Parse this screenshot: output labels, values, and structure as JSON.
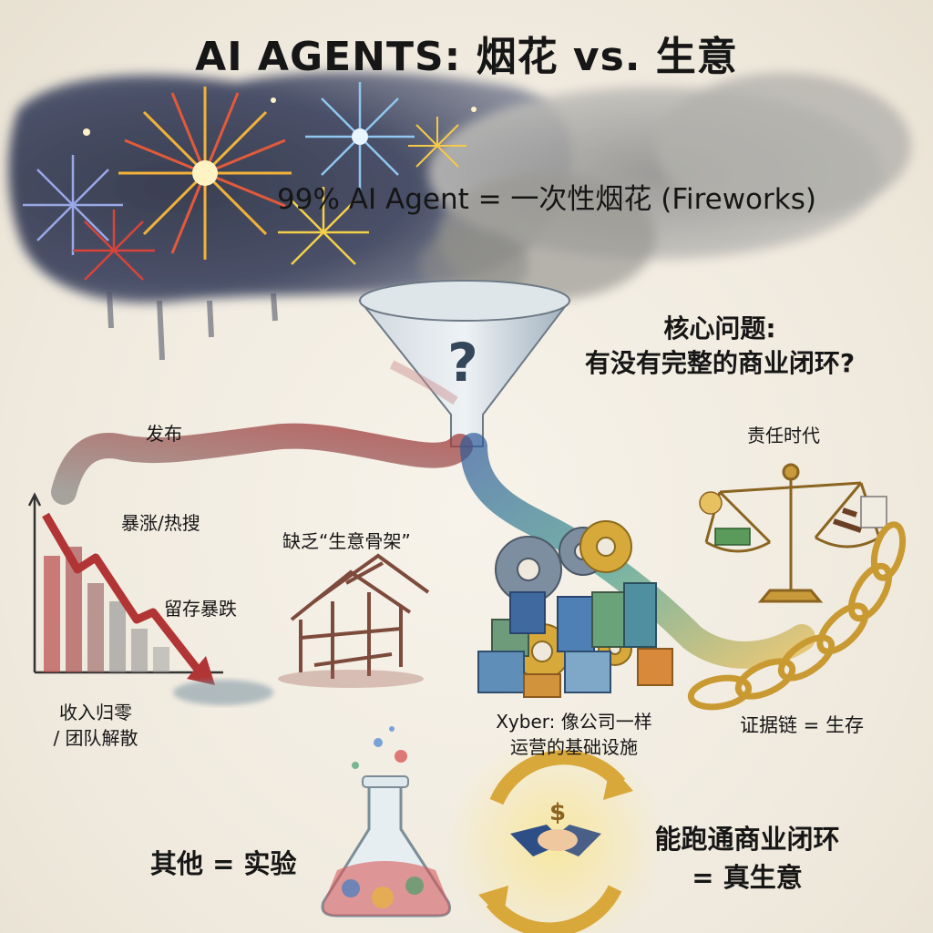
{
  "title": "AI AGENTS: 烟花 vs. 生意",
  "fireworks_statement": "99% AI Agent = 一次性烟花 (Fireworks)",
  "core_question": {
    "line1": "核心问题:",
    "line2": "有没有完整的商业闭环?"
  },
  "failure_path": {
    "launch": "发布",
    "spike": "暴涨/热搜",
    "retention_drop": "留存暴跌",
    "revenue_zero_line1": "收入归零",
    "revenue_zero_line2": "/ 团队解散",
    "missing_skeleton": "缺乏“生意骨架”"
  },
  "success_path": {
    "accountability": "责任时代",
    "xyber_line1": "Xyber: 像公司一样",
    "xyber_line2": "运营的基础设施",
    "evidence_chain": "证据链 = 生存"
  },
  "conclusion": {
    "others": "其他 = 实验",
    "real_business_line1": "能跑通商业闭环",
    "real_business_line2": "= 真生意"
  },
  "colors": {
    "failure_stream": "#a23a3a",
    "success_stream": "#2d5c9a",
    "gold": "#d9a83a"
  }
}
